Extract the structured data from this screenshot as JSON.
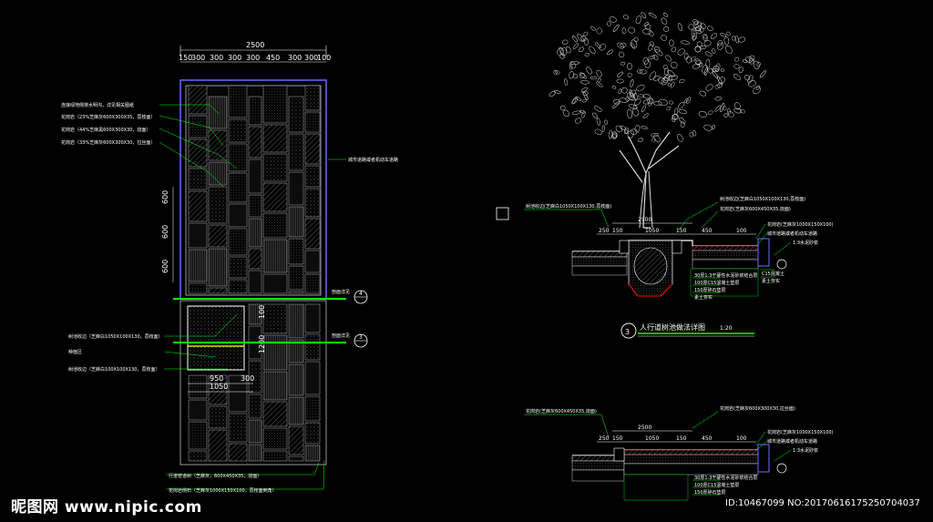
{
  "plan": {
    "total_dim": "2500",
    "top_dims": [
      "150",
      "300",
      "300",
      "300",
      "300",
      "450",
      "300",
      "300",
      "100"
    ],
    "left_dims": [
      "600",
      "600",
      "600"
    ],
    "bottom_dims": [
      "950",
      "300",
      "1050"
    ],
    "vertical_dims": [
      "100",
      "1200"
    ],
    "section_markers": [
      "4",
      "3"
    ],
    "callouts_left": [
      "连接绿地侧排水明沟，详见相关图纸",
      "花岗岩（23%芝麻灰600X300X35，荔枝面）",
      "花岗岩（44%芝麻黑600X300X30，烧面）",
      "花岗岩（33%芝麻灰600X300X30，拉丝面）",
      "树池收边（芝麻白1050X100X130，荔枝面）",
      "种植区",
      "树池收边（芝麻白100X100X130，荔枝面）",
      "行道管道树（芝麻灰，600X450X35，烧面）",
      "花岗岩侧石（芝麻灰1000X150X100，荔枝面倒角）"
    ],
    "callout_right": "城市道路或者机动车道路",
    "section_labels": [
      "剖面详见",
      "剖面详见"
    ]
  },
  "section": {
    "number": "3",
    "title": "人行道树池做法详图",
    "scale": "1:20",
    "dims": [
      "250",
      "150",
      "1050",
      "150",
      "450",
      "100"
    ],
    "dims_lower": [
      "250",
      "150",
      "1050",
      "150",
      "450",
      "100"
    ],
    "overall": "2500"
  },
  "watermark": {
    "brand": "昵图网 www.nipic.com",
    "id_text": "ID:10467099 NO:20170616175250704037"
  },
  "colors": {
    "background": "#000000",
    "line": "#ffffff",
    "accent_green": "#00ff00",
    "accent_yellow": "#ffff00",
    "accent_red": "#ff0000"
  }
}
